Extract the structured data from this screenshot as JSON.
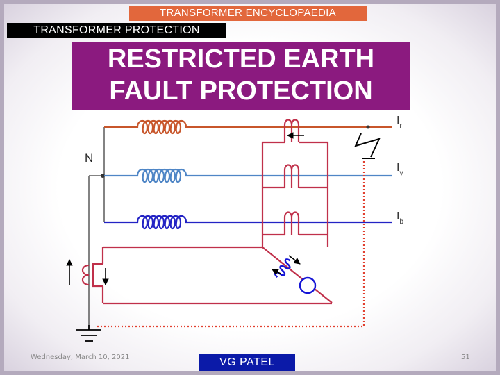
{
  "header": {
    "encyclopaedia": "TRANSFORMER ENCYCLOPAEDIA",
    "section": "TRANSFORMER PROTECTION"
  },
  "title": {
    "line1": "RESTRICTED EARTH",
    "line2": "FAULT PROTECTION"
  },
  "diagram": {
    "neutral_label": "N",
    "phases": [
      {
        "main": "I",
        "sub": "r",
        "color": "#c8562b"
      },
      {
        "main": "I",
        "sub": "y",
        "color": "#4f86c6"
      },
      {
        "main": "I",
        "sub": "b",
        "color": "#2323c4"
      }
    ],
    "secondary_wiring_color": "#c0304a",
    "relay_color": "#1515d6",
    "earth_link_color": "#e2402f",
    "icons": [
      "current-transformer-icon",
      "relay-coil-icon",
      "relay-icon",
      "fault-icon",
      "earth-icon"
    ]
  },
  "footer": {
    "date": "Wednesday, March 10, 2021",
    "author": "VG PATEL",
    "page": "51"
  }
}
